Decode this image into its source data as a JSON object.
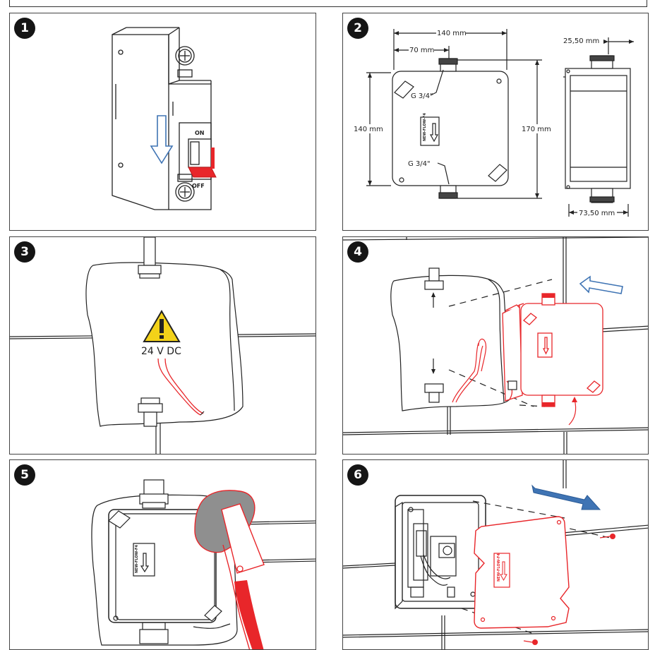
{
  "steps": [
    {
      "number": "1"
    },
    {
      "number": "2"
    },
    {
      "number": "3"
    },
    {
      "number": "4"
    },
    {
      "number": "5"
    },
    {
      "number": "6"
    }
  ],
  "breaker": {
    "on_label": "ON",
    "off_label": "OFF"
  },
  "dimensions": {
    "width": "140 mm",
    "half_width": "70 mm",
    "height": "140 mm",
    "total_height": "170 mm",
    "thread_top": "G 3/4\"",
    "thread_bottom": "G 3/4\"",
    "depth": "73,50 mm",
    "thread_length": "25,50 mm"
  },
  "warning": {
    "voltage": "24 V DC"
  },
  "device_label": "NEW-FLOW-F4",
  "colors": {
    "accent_red": "#e8262a",
    "arrow_blue": "#3f74b4",
    "warning_yellow": "#f3d219",
    "line": "#222222"
  }
}
